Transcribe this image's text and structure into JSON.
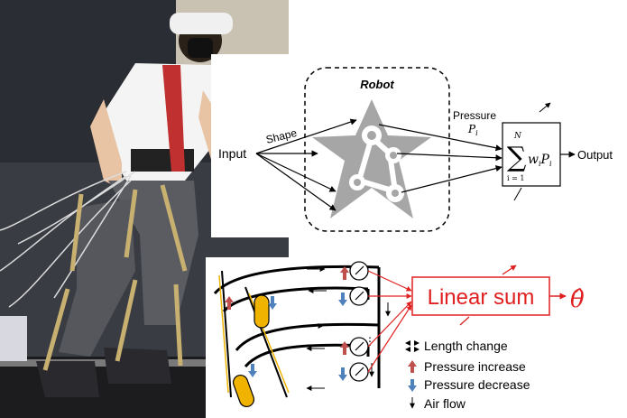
{
  "top_diagram": {
    "robot_title": "Robot",
    "input_label": "Input",
    "shape_label": "Shape",
    "pressure_label": "Pressure",
    "pressure_symbol": "P",
    "pressure_subscript": "i",
    "sum_upper": "N",
    "sum_lower": "i = 1",
    "sum_term_w": "w",
    "sum_term_i1": "i",
    "sum_term_p": "P",
    "sum_term_i2": "i",
    "output_label": "Output"
  },
  "bottom_diagram": {
    "linear_sum_label": "Linear sum",
    "theta_hat": "θ̂",
    "legend": [
      {
        "icon": "double-arrow-icon",
        "label": "Length change"
      },
      {
        "icon": "up-arrow-red-icon",
        "label": "Pressure increase",
        "color": "#c0504d"
      },
      {
        "icon": "down-arrow-blue-icon",
        "label": "Pressure decrease",
        "color": "#4f81bd"
      },
      {
        "icon": "thin-down-arrow-icon",
        "label": "Air flow"
      }
    ]
  },
  "colors": {
    "accent_red": "#e02020",
    "increase_red": "#c0504d",
    "decrease_blue": "#4f81bd",
    "gold": "#f0b400",
    "robot_gray": "#a6a6a6"
  }
}
